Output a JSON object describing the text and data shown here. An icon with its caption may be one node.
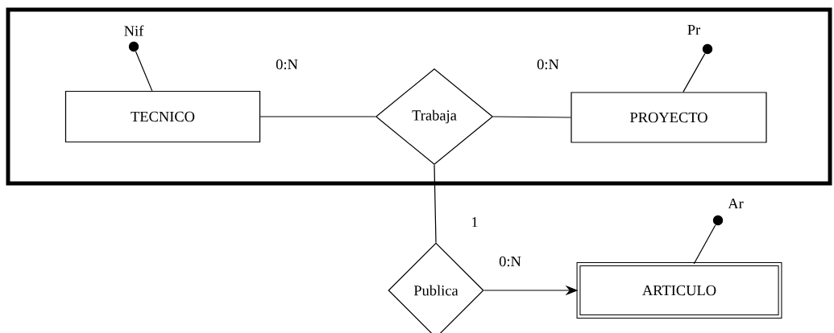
{
  "diagram": {
    "nodes": [
      {
        "text": [],
        "shape": "box"
      },
      {
        "text": [],
        "shape": "circle",
        "beside": [
          "Nif"
        ],
        "in": 0
      },
      {
        "text": [],
        "shape": "circle",
        "beside": [
          "Pr"
        ],
        "in": 0
      },
      {
        "text": [
          "TECNICO"
        ],
        "in": 0
      },
      {
        "text": [
          "Trabaja"
        ],
        "in": 0
      },
      {
        "text": [
          "PROYECTO"
        ],
        "in": 0
      },
      {
        "text": [],
        "shape": "circle",
        "beside": [
          "Ar"
        ]
      },
      {
        "text": [
          "Publica"
        ]
      },
      {
        "text": [
          "ARTICULO"
        ]
      }
    ],
    "edges": [
      {
        "from": 1,
        "to": 3,
        "arrow": "none"
      },
      {
        "from": 2,
        "to": 5,
        "arrow": "none"
      },
      {
        "from": 3,
        "to": 4,
        "arrow": "none",
        "label": "0:N"
      },
      {
        "from": 4,
        "to": 5,
        "arrow": "none",
        "label": "0:N"
      },
      {
        "from": 4,
        "to": 7,
        "arrow": "none",
        "label": "1"
      },
      {
        "from": 7,
        "to": 8,
        "arrow": "to",
        "label": "0:N"
      },
      {
        "from": 6,
        "to": 8,
        "arrow": "none"
      }
    ]
  }
}
